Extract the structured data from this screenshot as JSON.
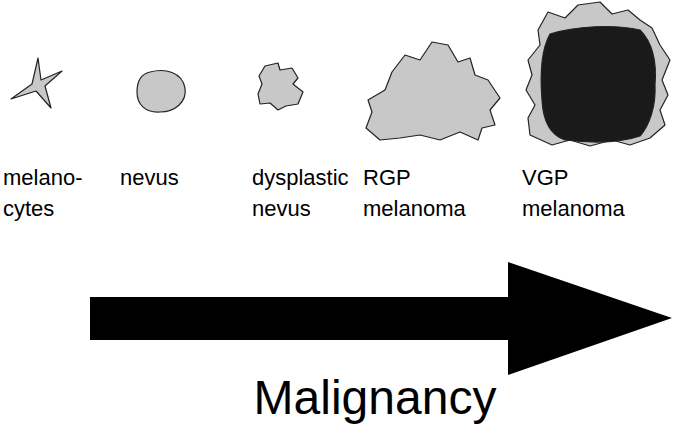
{
  "diagram": {
    "nodes": [
      {
        "text": [
          "melano- cytes"
        ]
      },
      {
        "text": [
          "nevus"
        ]
      },
      {
        "text": [
          "dysplastic nevus"
        ]
      },
      {
        "text": [
          "RGP melanoma"
        ]
      },
      {
        "text": [
          "VGP melanoma"
        ]
      }
    ],
    "labels": [
      "Malignancy"
    ]
  }
}
